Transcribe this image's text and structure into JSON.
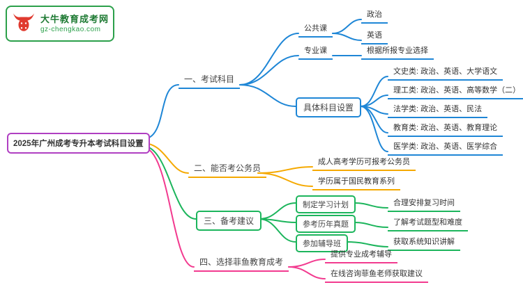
{
  "logo": {
    "title": "大牛教育成考网",
    "domain": "gz-chengkao.com"
  },
  "root": {
    "label": "2025年广州成考专升本考试科目设置"
  },
  "branch_exam": {
    "label": "一、考试科目",
    "public_course": {
      "label": "公共课",
      "items": [
        "政治",
        "英语"
      ]
    },
    "major_course": {
      "label": "专业课",
      "note": "根据所报专业选择"
    },
    "specific": {
      "label": "具体科目设置",
      "items": [
        "文史类: 政治、英语、大学语文",
        "理工类: 政治、英语、高等数学（二）",
        "法学类: 政治、英语、民法",
        "教育类: 政治、英语、教育理论",
        "医学类: 政治、英语、医学综合"
      ]
    }
  },
  "branch_civil": {
    "label": "二、能否考公务员",
    "items": [
      "成人高考学历可报考公务员",
      "学历属于国民教育系列"
    ]
  },
  "branch_prep": {
    "label": "三、备考建议",
    "items": [
      {
        "action": "制定学习计划",
        "result": "合理安排复习时间"
      },
      {
        "action": "参考历年真题",
        "result": "了解考试题型和难度"
      },
      {
        "action": "参加辅导班",
        "result": "获取系统知识讲解"
      }
    ]
  },
  "branch_choose": {
    "label": "四、选择菲鱼教育成考",
    "items": [
      "提供专业成考辅导",
      "在线咨询菲鱼老师获取建议"
    ]
  },
  "colors": {
    "blue": "#1e86d6",
    "yellow": "#f5a900",
    "green": "#1cb55c",
    "pink": "#f23a8f",
    "purple": "#b03fc2",
    "brand-green": "#2ba04a",
    "brand-green-dark": "#1e7a33",
    "brand-red": "#e03a2f"
  }
}
